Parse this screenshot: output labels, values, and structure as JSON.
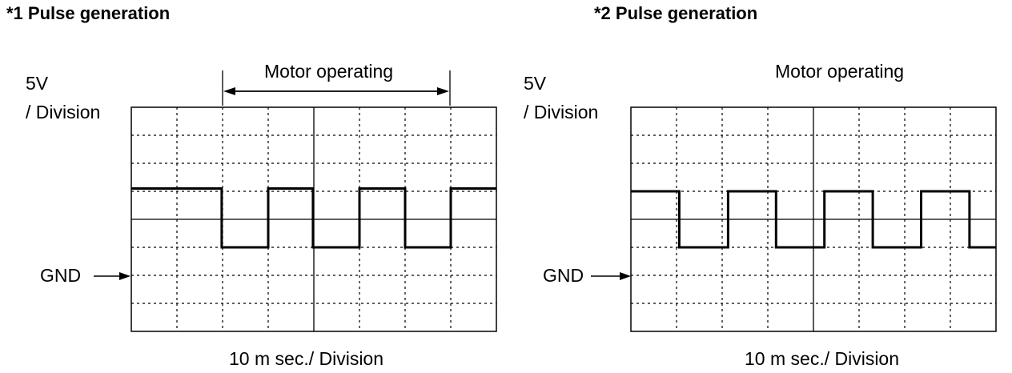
{
  "panels": [
    {
      "title": "*1 Pulse generation",
      "volt_scale_value": "5V",
      "volt_scale_unit": "/ Division",
      "operating_label": "Motor operating",
      "ground_label": "GND",
      "time_scale": "10 m sec./ Division",
      "waveform": [
        [
          0,
          1.1
        ],
        [
          1.98,
          1.1
        ],
        [
          1.98,
          -1
        ],
        [
          3,
          -1
        ],
        [
          3,
          1.1
        ],
        [
          3.98,
          1.1
        ],
        [
          3.98,
          -1
        ],
        [
          5,
          -1
        ],
        [
          5,
          1.1
        ],
        [
          6,
          1.1
        ],
        [
          6,
          -1
        ],
        [
          7,
          -1
        ],
        [
          7,
          1.1
        ],
        [
          8,
          1.1
        ]
      ]
    },
    {
      "title": "*2 Pulse generation",
      "volt_scale_value": "5V",
      "volt_scale_unit": "/ Division",
      "operating_label": "Motor operating",
      "ground_label": "GND",
      "time_scale": "10 m sec./ Division",
      "waveform": [
        [
          0,
          1
        ],
        [
          1.06,
          1
        ],
        [
          1.06,
          -1
        ],
        [
          2.13,
          -1
        ],
        [
          2.13,
          1
        ],
        [
          3.18,
          1
        ],
        [
          3.18,
          -1
        ],
        [
          4.24,
          -1
        ],
        [
          4.24,
          1
        ],
        [
          5.3,
          1
        ],
        [
          5.3,
          -1
        ],
        [
          6.36,
          -1
        ],
        [
          6.36,
          1
        ],
        [
          7.42,
          1
        ],
        [
          7.42,
          -1
        ],
        [
          8,
          -1
        ]
      ]
    }
  ]
}
